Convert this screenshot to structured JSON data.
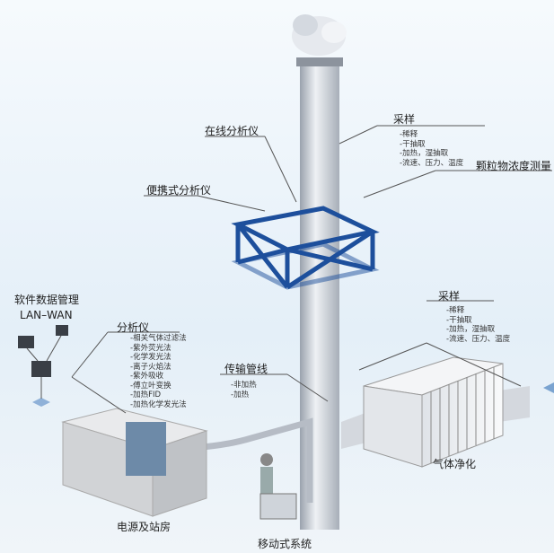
{
  "labels": {
    "online_analyzer": "在线分析仪",
    "portable_analyzer": "便携式分析仪",
    "sampling_top": "采样",
    "sampling_top_items": [
      "-稀释",
      "-干抽取",
      "-加热，湿抽取",
      "-流速、压力、温度"
    ],
    "particulate": "颗粒物浓度测量",
    "software": "软件数据管理",
    "lan_wan": "LAN–WAN",
    "analyzer": "分析仪",
    "analyzer_items": [
      "-相关气体过滤法",
      "-紫外荧光法",
      "-化学发光法",
      "-离子火焰法",
      "-紫外吸收",
      "-傅立叶变换",
      "-加热FID",
      "-加热化学发光法"
    ],
    "transmission": "传输管线",
    "transmission_items": [
      "-非加热",
      "-加热"
    ],
    "sampling_right": "采样",
    "sampling_right_items": [
      "-稀释",
      "-干抽取",
      "-加热，湿抽取",
      "-流速、压力、温度"
    ],
    "gas_cleaning": "气体净化",
    "station": "电源及站房",
    "mobile": "移动式系统"
  },
  "colors": {
    "frame": "#1d4f9c",
    "stack": "#c9ced6"
  }
}
